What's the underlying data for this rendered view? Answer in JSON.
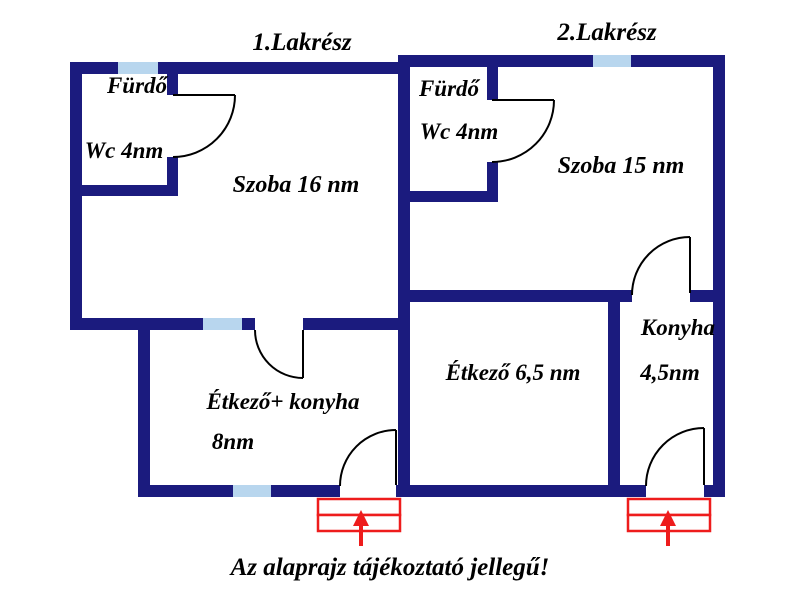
{
  "headers": {
    "unit1": "1.Lakrész",
    "unit2": "2.Lakrész"
  },
  "unit1": {
    "bathroom_line1": "Fürdő",
    "bathroom_line2": "Wc 4nm",
    "room": "Szoba 16 nm",
    "dining_line1": "Étkező+ konyha",
    "dining_line2": "8nm"
  },
  "unit2": {
    "bathroom_line1": "Fürdő",
    "bathroom_line2": "Wc 4nm",
    "room": "Szoba 15 nm",
    "dining": "Étkező 6,5 nm",
    "kitchen_line1": "Konyha",
    "kitchen_line2": "4,5nm"
  },
  "footer": {
    "note": "Az alaprajz tájékoztató jellegű!"
  },
  "colors": {
    "wall": "#1b1b7e",
    "window": "#b8d6ee",
    "entrance_marker": "#ee1c1c",
    "text": "#000000",
    "background": "#ffffff"
  }
}
